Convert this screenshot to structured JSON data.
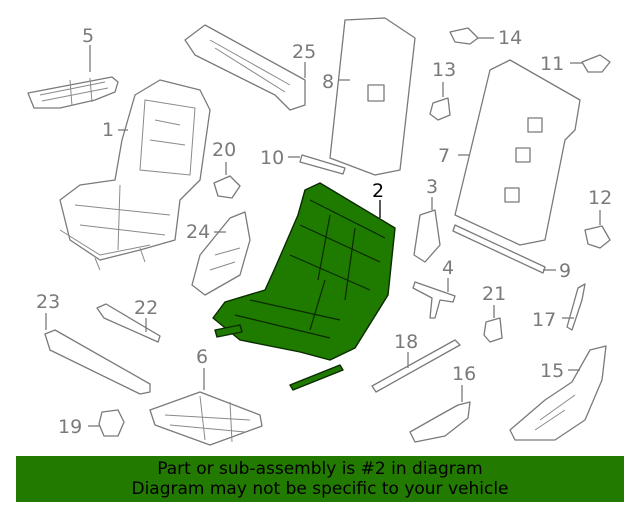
{
  "callouts": {
    "c1": "1",
    "c2": "2",
    "c3": "3",
    "c4": "4",
    "c5": "5",
    "c6": "6",
    "c7": "7",
    "c8": "8",
    "c9": "9",
    "c10": "10",
    "c11": "11",
    "c12": "12",
    "c13": "13",
    "c14": "14",
    "c15": "15",
    "c16": "16",
    "c17": "17",
    "c18": "18",
    "c19": "19",
    "c20": "20",
    "c21": "21",
    "c22": "22",
    "c23": "23",
    "c24": "24",
    "c25": "25"
  },
  "highlighted_part": "2",
  "colors": {
    "highlight": "#1f7a00",
    "banner": "#237a00",
    "line": "#7a7a7a"
  },
  "banner": {
    "line1": "Part or sub-assembly is #2 in diagram",
    "line2": "Diagram may not be specific to your vehicle"
  }
}
